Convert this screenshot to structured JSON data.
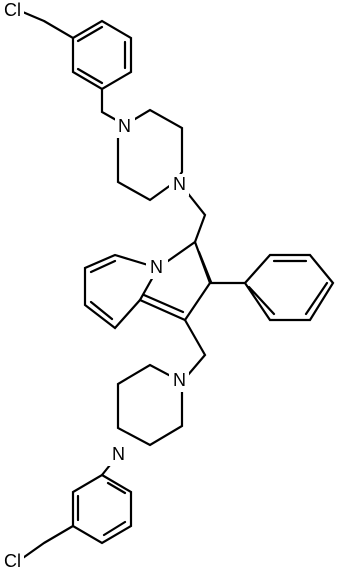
{
  "structure": {
    "colors": {
      "bond": "#000000",
      "background": "#ffffff"
    },
    "atom_labels": [
      {
        "id": "cl-top",
        "text": "Cl"
      },
      {
        "id": "n-pip1-a",
        "text": "N"
      },
      {
        "id": "n-pip1-b",
        "text": "N"
      },
      {
        "id": "n-indolizine",
        "text": "N"
      },
      {
        "id": "n-pip2-a",
        "text": "N"
      },
      {
        "id": "n-pip2-b",
        "text": "N"
      },
      {
        "id": "cl-bottom",
        "text": "Cl"
      }
    ]
  }
}
